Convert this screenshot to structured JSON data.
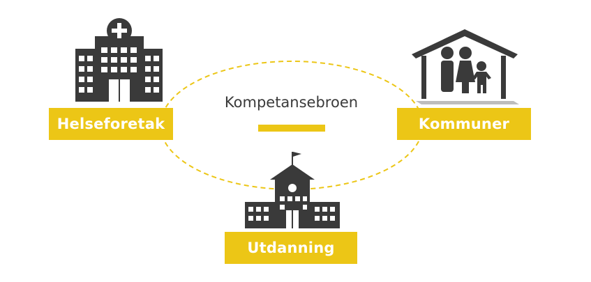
{
  "diagram": {
    "center": {
      "title": "Kompetansebroen"
    },
    "nodes": [
      {
        "id": "helseforetak",
        "label": "Helseforetak",
        "icon": "hospital-icon"
      },
      {
        "id": "kommuner",
        "label": "Kommuner",
        "icon": "family-house-icon"
      },
      {
        "id": "utdanning",
        "label": "Utdanning",
        "icon": "school-icon"
      }
    ],
    "colors": {
      "accent": "#ECC616",
      "icon": "#3a3a3a",
      "label_text": "#ffffff",
      "title_text": "#3a3a3a",
      "ring": "#ECC616"
    }
  }
}
